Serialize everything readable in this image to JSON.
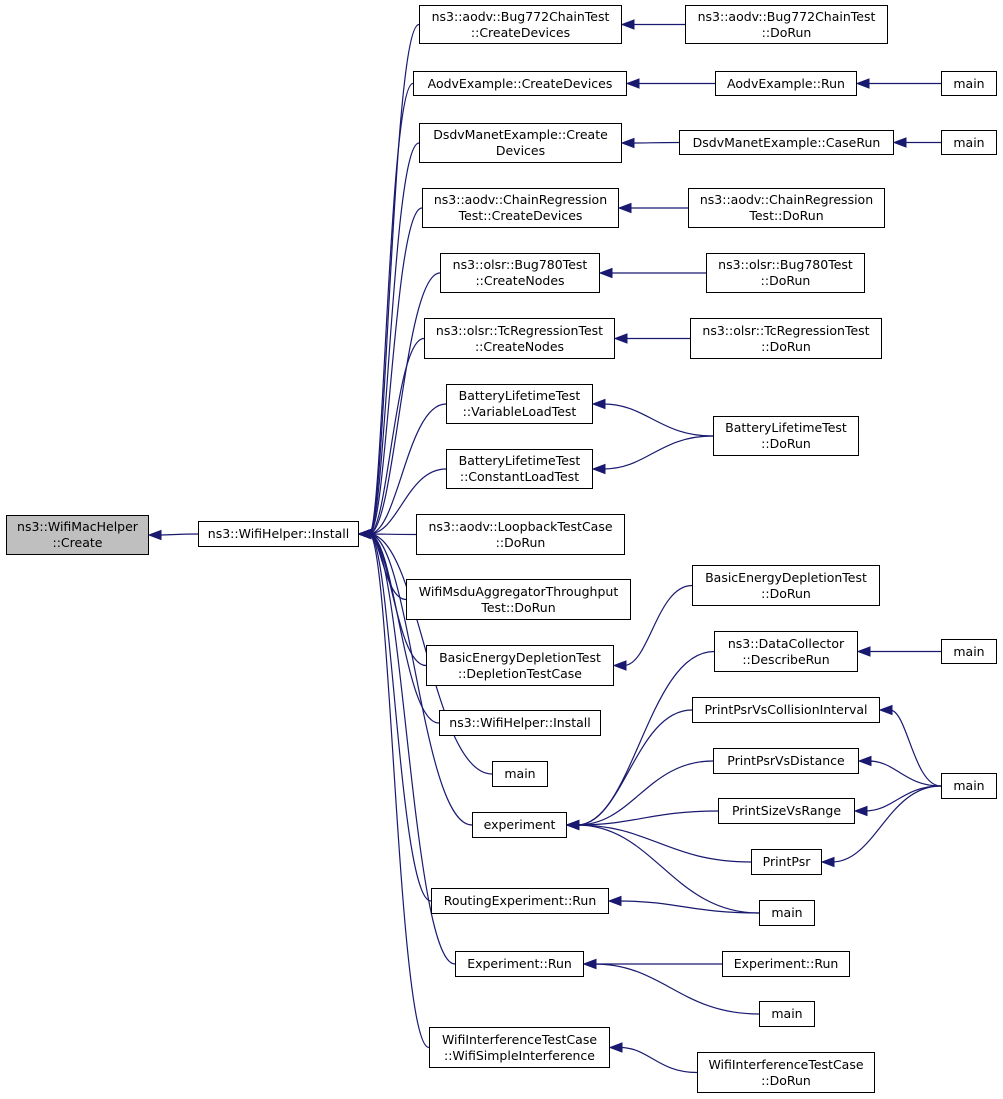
{
  "colors": {
    "edge": "#191970",
    "root_fill": "#bfbfbf",
    "node_fill": "#ffffff",
    "border": "#000000"
  },
  "nodes": {
    "root": {
      "lines": [
        "ns3::WifiMacHelper",
        "::Create"
      ]
    },
    "install": {
      "lines": [
        "ns3::WifiHelper::Install"
      ]
    },
    "bug772cd": {
      "lines": [
        "ns3::aodv::Bug772ChainTest",
        "::CreateDevices"
      ]
    },
    "bug772dr": {
      "lines": [
        "ns3::aodv::Bug772ChainTest",
        "::DoRun"
      ]
    },
    "aodvexcd": {
      "lines": [
        "AodvExample::CreateDevices"
      ]
    },
    "aodvexrun": {
      "lines": [
        "AodvExample::Run"
      ]
    },
    "main1": {
      "lines": [
        "main"
      ]
    },
    "dsdvcd": {
      "lines": [
        "DsdvManetExample::Create",
        "Devices"
      ]
    },
    "dsdvcr": {
      "lines": [
        "DsdvManetExample::CaseRun"
      ]
    },
    "main2": {
      "lines": [
        "main"
      ]
    },
    "chaincd": {
      "lines": [
        "ns3::aodv::ChainRegression",
        "Test::CreateDevices"
      ]
    },
    "chaindr": {
      "lines": [
        "ns3::aodv::ChainRegression",
        "Test::DoRun"
      ]
    },
    "bug780cn": {
      "lines": [
        "ns3::olsr::Bug780Test",
        "::CreateNodes"
      ]
    },
    "bug780dr": {
      "lines": [
        "ns3::olsr::Bug780Test",
        "::DoRun"
      ]
    },
    "tccn": {
      "lines": [
        "ns3::olsr::TcRegressionTest",
        "::CreateNodes"
      ]
    },
    "tcdr": {
      "lines": [
        "ns3::olsr::TcRegressionTest",
        "::DoRun"
      ]
    },
    "battvar": {
      "lines": [
        "BatteryLifetimeTest",
        "::VariableLoadTest"
      ]
    },
    "battdr": {
      "lines": [
        "BatteryLifetimeTest",
        "::DoRun"
      ]
    },
    "battconst": {
      "lines": [
        "BatteryLifetimeTest",
        "::ConstantLoadTest"
      ]
    },
    "loopback": {
      "lines": [
        "ns3::aodv::LoopbackTestCase",
        "::DoRun"
      ]
    },
    "msdu": {
      "lines": [
        "WifiMsduAggregatorThroughput",
        "Test::DoRun"
      ]
    },
    "bedtc": {
      "lines": [
        "BasicEnergyDepletionTest",
        "::DepletionTestCase"
      ]
    },
    "bedtdr": {
      "lines": [
        "BasicEnergyDepletionTest",
        "::DoRun"
      ]
    },
    "install2": {
      "lines": [
        "ns3::WifiHelper::Install"
      ]
    },
    "main3": {
      "lines": [
        "main"
      ]
    },
    "experiment": {
      "lines": [
        "experiment"
      ]
    },
    "datacoll": {
      "lines": [
        "ns3::DataCollector",
        "::DescribeRun"
      ]
    },
    "main4": {
      "lines": [
        "main"
      ]
    },
    "ppvci": {
      "lines": [
        "PrintPsrVsCollisionInterval"
      ]
    },
    "ppvd": {
      "lines": [
        "PrintPsrVsDistance"
      ]
    },
    "psvr": {
      "lines": [
        "PrintSizeVsRange"
      ]
    },
    "pp": {
      "lines": [
        "PrintPsr"
      ]
    },
    "main5": {
      "lines": [
        "main"
      ]
    },
    "main6": {
      "lines": [
        "main"
      ]
    },
    "routrun": {
      "lines": [
        "RoutingExperiment::Run"
      ]
    },
    "exprun": {
      "lines": [
        "Experiment::Run"
      ]
    },
    "exprun2": {
      "lines": [
        "Experiment::Run"
      ]
    },
    "main7": {
      "lines": [
        "main"
      ]
    },
    "wifiint": {
      "lines": [
        "WifiInterferenceTestCase",
        "::WifiSimpleInterference"
      ]
    },
    "wifiintdr": {
      "lines": [
        "WifiInterferenceTestCase",
        "::DoRun"
      ]
    }
  },
  "edges": [
    [
      "install",
      "root"
    ],
    [
      "bug772cd",
      "install"
    ],
    [
      "aodvexcd",
      "install"
    ],
    [
      "dsdvcd",
      "install"
    ],
    [
      "chaincd",
      "install"
    ],
    [
      "bug780cn",
      "install"
    ],
    [
      "tccn",
      "install"
    ],
    [
      "battvar",
      "install"
    ],
    [
      "battconst",
      "install"
    ],
    [
      "loopback",
      "install"
    ],
    [
      "msdu",
      "install"
    ],
    [
      "bedtc",
      "install"
    ],
    [
      "install2",
      "install"
    ],
    [
      "main3",
      "install"
    ],
    [
      "experiment",
      "install"
    ],
    [
      "routrun",
      "install"
    ],
    [
      "exprun",
      "install"
    ],
    [
      "wifiint",
      "install"
    ],
    [
      "bug772dr",
      "bug772cd"
    ],
    [
      "aodvexrun",
      "aodvexcd"
    ],
    [
      "main1",
      "aodvexrun"
    ],
    [
      "dsdvcr",
      "dsdvcd"
    ],
    [
      "main2",
      "dsdvcr"
    ],
    [
      "chaindr",
      "chaincd"
    ],
    [
      "bug780dr",
      "bug780cn"
    ],
    [
      "tcdr",
      "tccn"
    ],
    [
      "battdr",
      "battvar"
    ],
    [
      "battdr",
      "battconst"
    ],
    [
      "bedtdr",
      "bedtc"
    ],
    [
      "datacoll",
      "experiment"
    ],
    [
      "ppvci",
      "experiment"
    ],
    [
      "ppvd",
      "experiment"
    ],
    [
      "psvr",
      "experiment"
    ],
    [
      "pp",
      "experiment"
    ],
    [
      "main6",
      "experiment"
    ],
    [
      "main4",
      "datacoll"
    ],
    [
      "main5",
      "ppvci"
    ],
    [
      "main5",
      "ppvd"
    ],
    [
      "main5",
      "psvr"
    ],
    [
      "main5",
      "pp"
    ],
    [
      "main6",
      "routrun"
    ],
    [
      "exprun2",
      "exprun"
    ],
    [
      "main7",
      "exprun"
    ],
    [
      "wifiintdr",
      "wifiint"
    ]
  ]
}
